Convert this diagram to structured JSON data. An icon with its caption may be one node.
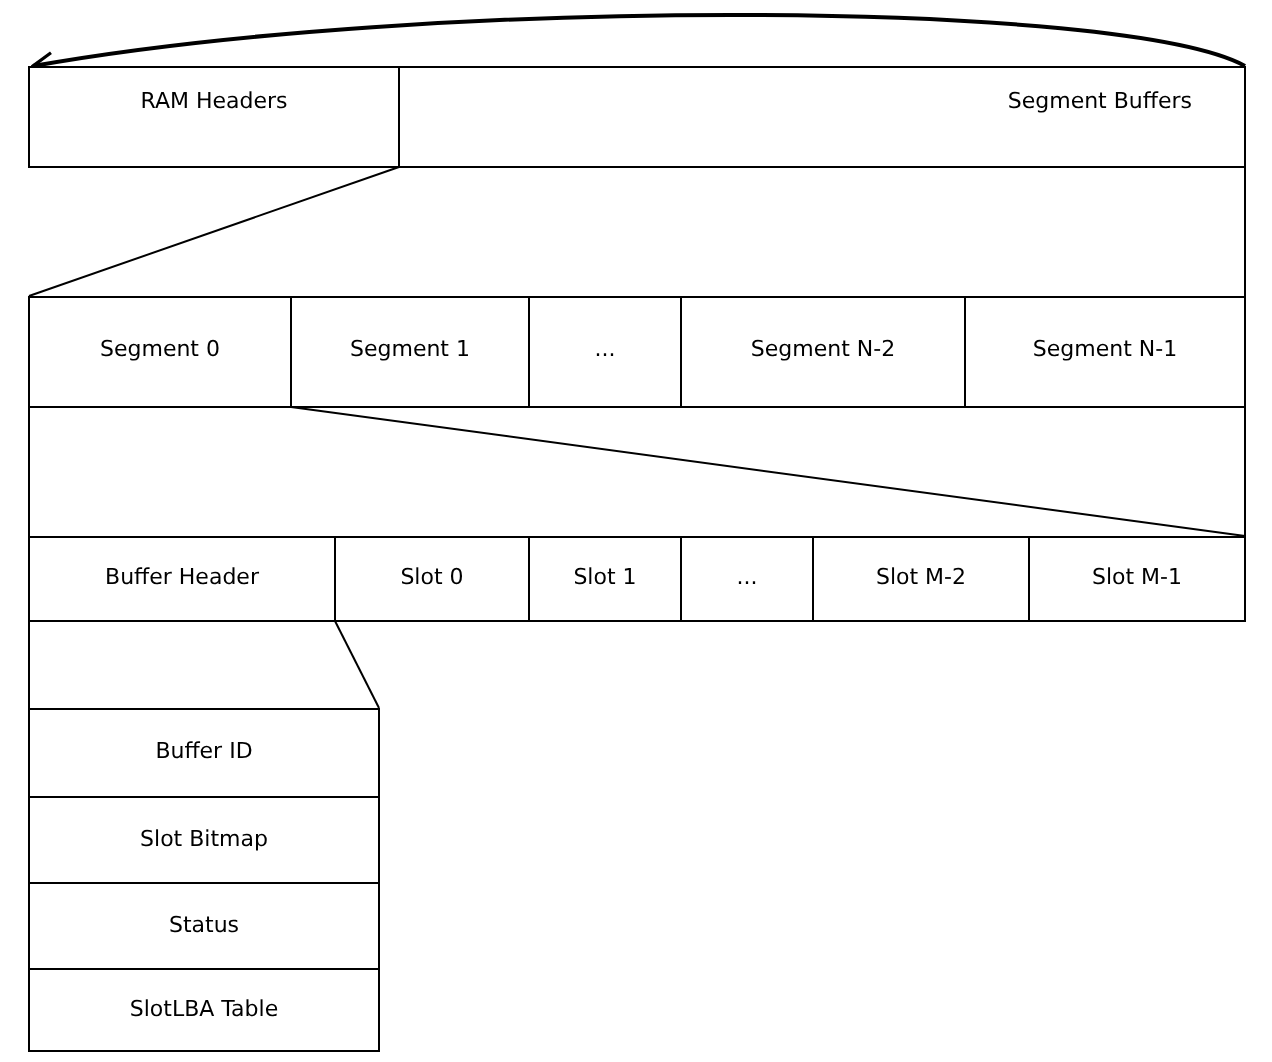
{
  "diagram": {
    "nodes": [
      {
        "text": [
          "RAM Headers"
        ]
      },
      {
        "text": [
          "Segment Buffers"
        ]
      },
      {
        "text": [
          "Segment 0"
        ]
      },
      {
        "text": [
          "Segment 1"
        ]
      },
      {
        "text": [
          "..."
        ]
      },
      {
        "text": [
          "Segment N-2"
        ]
      },
      {
        "text": [
          "Segment N-1"
        ]
      },
      {
        "text": [
          "Buffer Header"
        ]
      },
      {
        "text": [
          "Slot 0"
        ]
      },
      {
        "text": [
          "Slot 1"
        ]
      },
      {
        "text": [
          "..."
        ]
      },
      {
        "text": [
          "Slot M-2"
        ]
      },
      {
        "text": [
          "Slot M-1"
        ]
      },
      {
        "text": [
          "Buffer ID"
        ]
      },
      {
        "text": [
          "Slot Bitmap"
        ]
      },
      {
        "text": [
          "Status"
        ]
      },
      {
        "text": [
          "SlotLBA Table"
        ]
      }
    ],
    "edges": [
      {
        "from": 1,
        "to": 0,
        "arrow": "to"
      },
      {
        "from": 1,
        "to": 2,
        "arrow": "none"
      },
      {
        "from": 2,
        "to": 12,
        "arrow": "none"
      },
      {
        "from": 7,
        "to": 13,
        "arrow": "none"
      },
      {
        "from": 1,
        "to": 6,
        "arrow": "none"
      },
      {
        "from": 2,
        "to": 7,
        "arrow": "none"
      },
      {
        "from": 6,
        "to": 12,
        "arrow": "none"
      },
      {
        "from": 7,
        "to": 13,
        "arrow": "none"
      }
    ]
  }
}
